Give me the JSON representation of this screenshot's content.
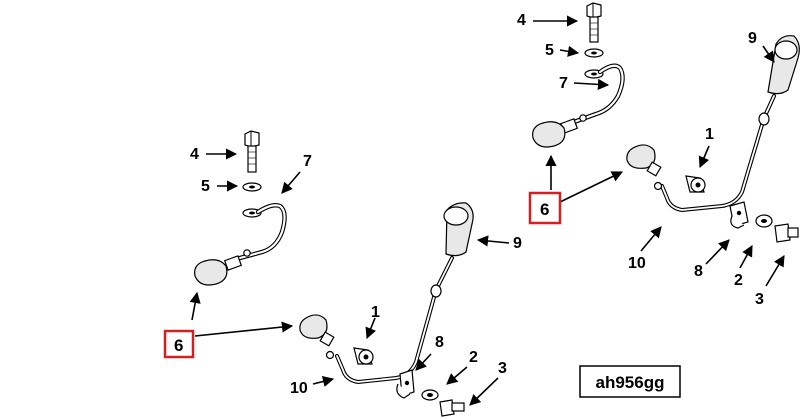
{
  "diagram": {
    "reference_code": "ah956gg",
    "highlight_color": "#d42020",
    "left_assembly": {
      "callouts": {
        "c1": "1",
        "c2": "2",
        "c3": "3",
        "c4": "4",
        "c5": "5",
        "c6": "6",
        "c7": "7",
        "c8": "8",
        "c9": "9",
        "c10": "10"
      }
    },
    "right_assembly": {
      "callouts": {
        "c1": "1",
        "c2": "2",
        "c3": "3",
        "c4": "4",
        "c5": "5",
        "c6": "6",
        "c7": "7",
        "c8": "8",
        "c9": "9",
        "c10": "10"
      }
    }
  }
}
